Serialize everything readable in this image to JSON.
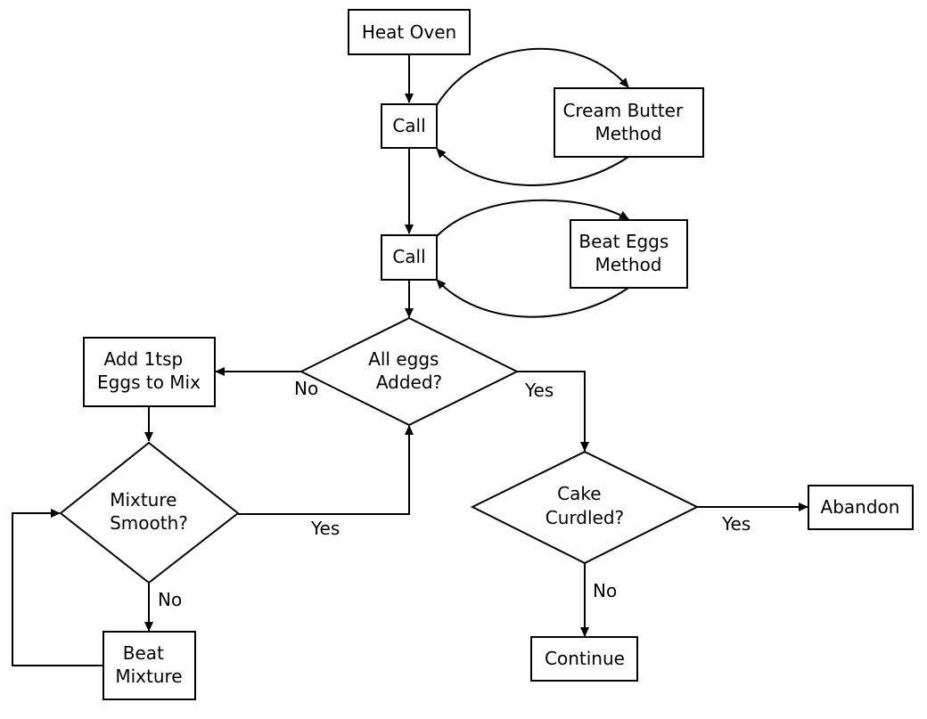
{
  "nodes": {
    "heat_oven": [
      "Heat Oven"
    ],
    "call_1": [
      "Call"
    ],
    "cream_butter": [
      "Cream Butter",
      "Method"
    ],
    "call_2": [
      "Call"
    ],
    "beat_eggs": [
      "Beat Eggs",
      "Method"
    ],
    "all_eggs": [
      "All eggs",
      "Added?"
    ],
    "add_eggs": [
      "Add 1tsp",
      "Eggs to Mix"
    ],
    "mixture_smooth": [
      "Mixture",
      "Smooth?"
    ],
    "beat_mixture": [
      "Beat",
      "Mixture"
    ],
    "cake_curdled": [
      "Cake",
      "Curdled?"
    ],
    "abandon": [
      "Abandon"
    ],
    "continue": [
      "Continue"
    ]
  },
  "edge_labels": {
    "all_eggs_no": "No",
    "all_eggs_yes": "Yes",
    "mixture_yes": "Yes",
    "mixture_no": "No",
    "curdled_yes": "Yes",
    "curdled_no": "No"
  }
}
